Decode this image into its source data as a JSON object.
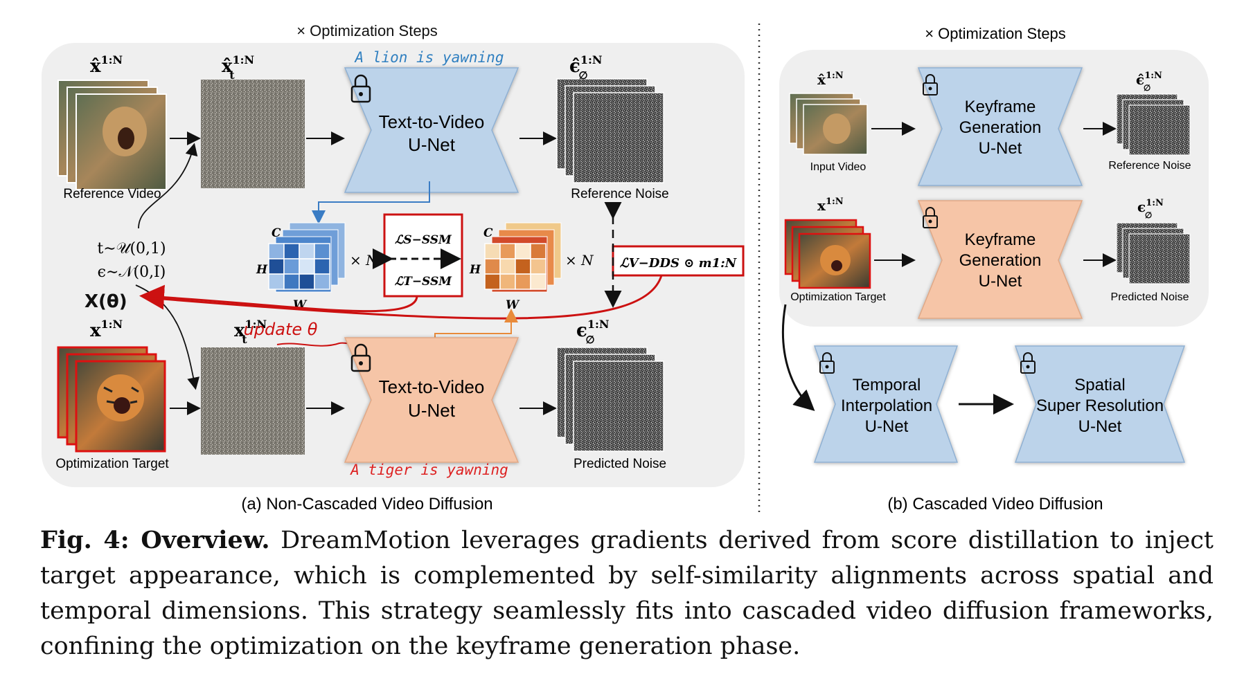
{
  "panel_a": {
    "top_label": "× Optimization Steps",
    "prompt_source": "A lion is yawning",
    "prompt_target": "A tiger is yawning",
    "reference_video_label": "Reference Video",
    "optimization_target_label": "Optimization Target",
    "unet_label_line1": "Text-to-Video",
    "unet_label_line2": "U-Net",
    "reference_noise_label": "Reference Noise",
    "predicted_noise_label": "Predicted Noise",
    "x_hat": "x̂",
    "x_hat_t": "x̂",
    "x": "x",
    "x_t": "x",
    "superscript": "1:N",
    "sub_t": "t",
    "eps_hat": "ϵ̂",
    "eps": "ϵ",
    "sub_empty": "∅",
    "t_sample": "t∼𝒰(0,1)",
    "eps_sample": "ϵ∼𝒩(0,I)",
    "handwritten_x": "X(θ)",
    "handwritten_update": "update θ",
    "loss_s_ssm": "ℒS−SSM",
    "loss_t_ssm": "ℒT−SSM",
    "loss_vdds": "ℒV−DDS ⊙ m1:N",
    "times_n": "× N",
    "dim_c": "C",
    "dim_h": "H",
    "dim_w": "W",
    "title": "(a) Non-Cascaded Video Diffusion"
  },
  "panel_b": {
    "top_label": "× Optimization Steps",
    "input_video_label": "Input Video",
    "optimization_target_label": "Optimization Target",
    "keyframe_line1": "Keyframe",
    "keyframe_line2": "Generation",
    "keyframe_line3": "U-Net",
    "reference_noise_label": "Reference Noise",
    "predicted_noise_label": "Predicted Noise",
    "temporal_line1": "Temporal",
    "temporal_line2": "Interpolation",
    "temporal_line3": "U-Net",
    "spatial_line1": "Spatial",
    "spatial_line2": "Super Resolution",
    "spatial_line3": "U-Net",
    "title": "(b) Cascaded Video Diffusion"
  },
  "caption": {
    "label": "Fig. 4: Overview.",
    "text": " DreamMotion leverages gradients derived from score distillation to inject target appearance, which is complemented by self-similarity alignments across spatial and temporal dimensions. This strategy seamlessly fits into cascaded video diffusion frameworks, confining the optimization on the keyframe generation phase."
  },
  "colors": {
    "frozen_unet": "#bcd3ea",
    "trainable_unet": "#f6c5a7",
    "red_annotation": "#cc1111",
    "prompt_blue": "#2f7fc0",
    "prompt_red": "#dd2222",
    "panel_bg": "#efefef"
  }
}
